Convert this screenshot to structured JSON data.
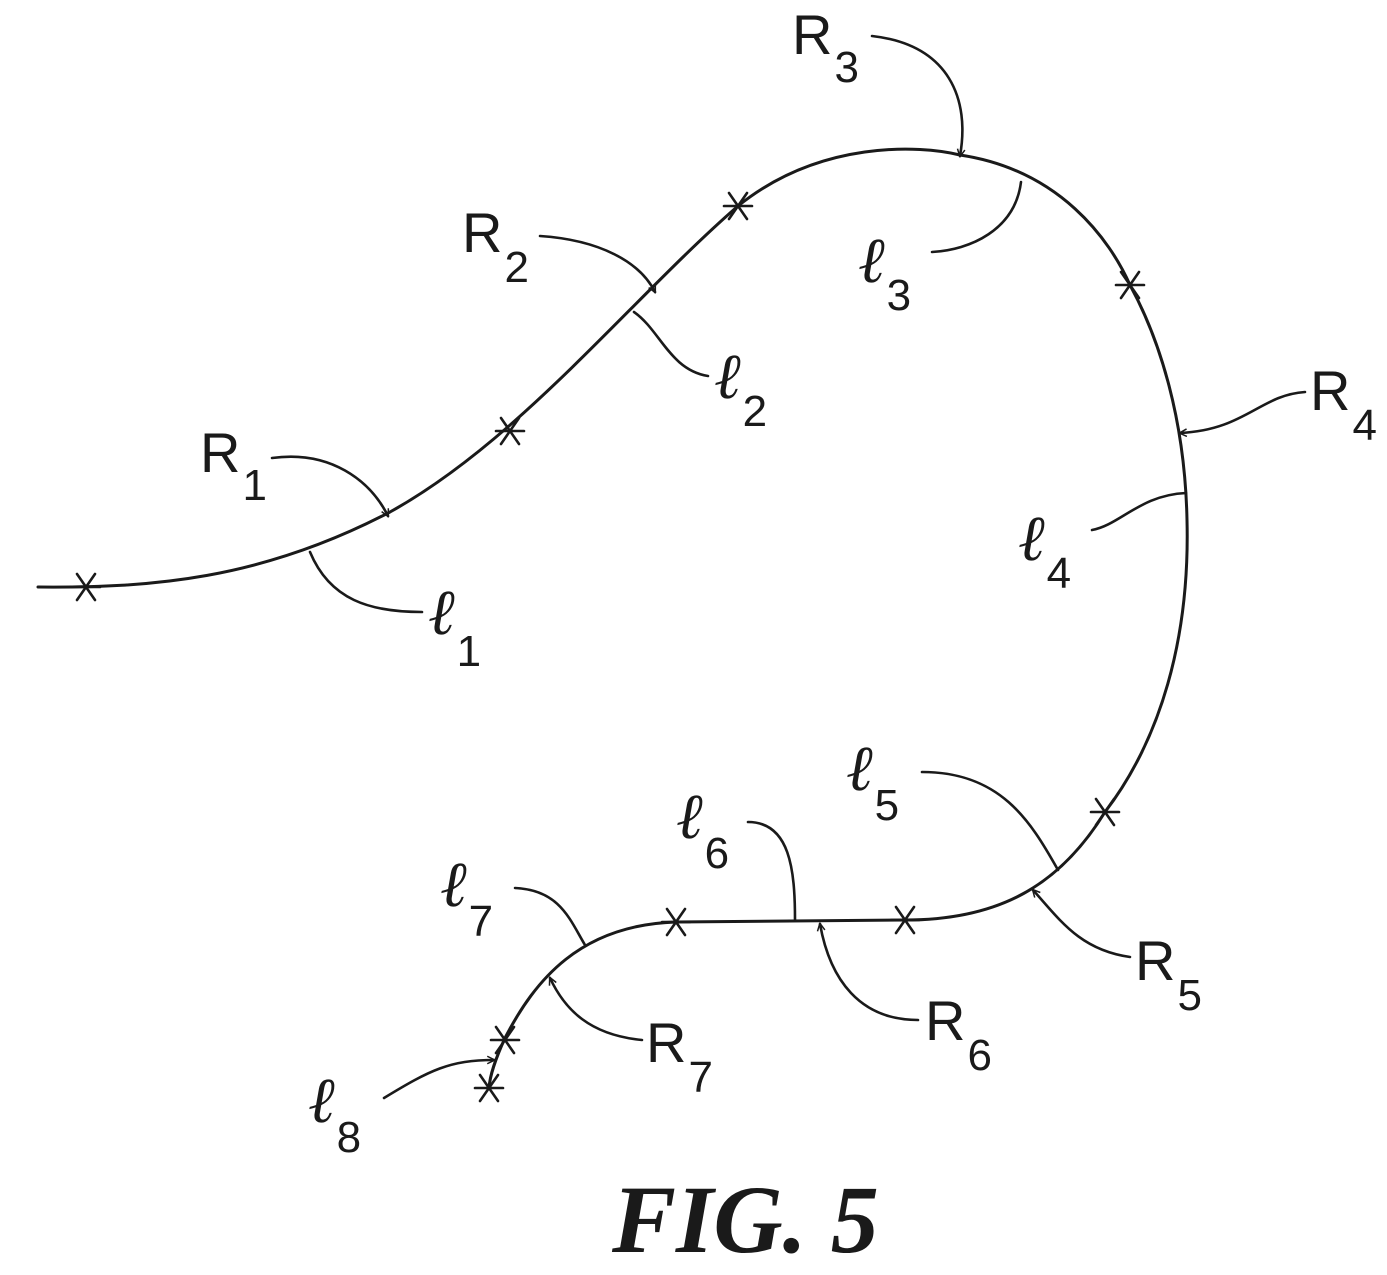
{
  "figure_caption": "FIG. 5",
  "radius_labels": [
    {
      "id": "r1",
      "symbol": "R",
      "sub": "1"
    },
    {
      "id": "r2",
      "symbol": "R",
      "sub": "2"
    },
    {
      "id": "r3",
      "symbol": "R",
      "sub": "3"
    },
    {
      "id": "r4",
      "symbol": "R",
      "sub": "4"
    },
    {
      "id": "r5",
      "symbol": "R",
      "sub": "5"
    },
    {
      "id": "r6",
      "symbol": "R",
      "sub": "6"
    },
    {
      "id": "r7",
      "symbol": "R",
      "sub": "7"
    }
  ],
  "length_labels": [
    {
      "id": "l1",
      "symbol": "ℓ",
      "sub": "1"
    },
    {
      "id": "l2",
      "symbol": "ℓ",
      "sub": "2"
    },
    {
      "id": "l3",
      "symbol": "ℓ",
      "sub": "3"
    },
    {
      "id": "l4",
      "symbol": "ℓ",
      "sub": "4"
    },
    {
      "id": "l5",
      "symbol": "ℓ",
      "sub": "5"
    },
    {
      "id": "l6",
      "symbol": "ℓ",
      "sub": "6"
    },
    {
      "id": "l7",
      "symbol": "ℓ",
      "sub": "7"
    },
    {
      "id": "l8",
      "symbol": "ℓ",
      "sub": "8"
    }
  ]
}
